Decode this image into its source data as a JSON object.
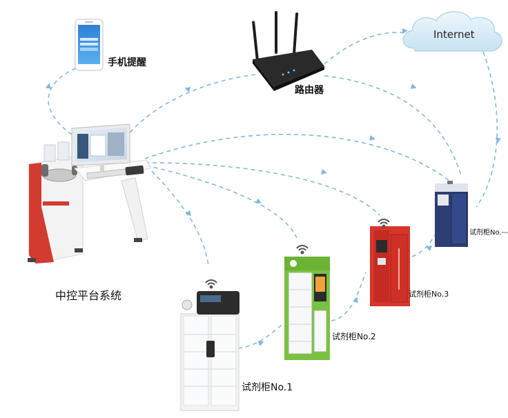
{
  "nodes": {
    "internet": {
      "label": "Internet"
    },
    "phone": {
      "label": "手机提醒"
    },
    "router": {
      "label": "路由器"
    },
    "central": {
      "label": "中控平台系统"
    },
    "cabinet_1": {
      "label": "试剂柜No.1"
    },
    "cabinet_2": {
      "label": "试剂柜No.2"
    },
    "cabinet_3": {
      "label": "试剂柜No.3"
    },
    "cabinet_n": {
      "label": "试剂柜No.---N"
    }
  },
  "colors": {
    "link": "#7fb8de",
    "cloud": "#d8ecf7",
    "cabinet_1": "#f4f4f4",
    "cabinet_2": "#7ac142",
    "cabinet_3": "#d7352b",
    "cabinet_n": "#2c3e73",
    "console_red": "#d43b2f"
  },
  "icons": [
    "wifi-icon",
    "cloud-icon",
    "router-icon",
    "phone-icon",
    "monitor-icon"
  ]
}
